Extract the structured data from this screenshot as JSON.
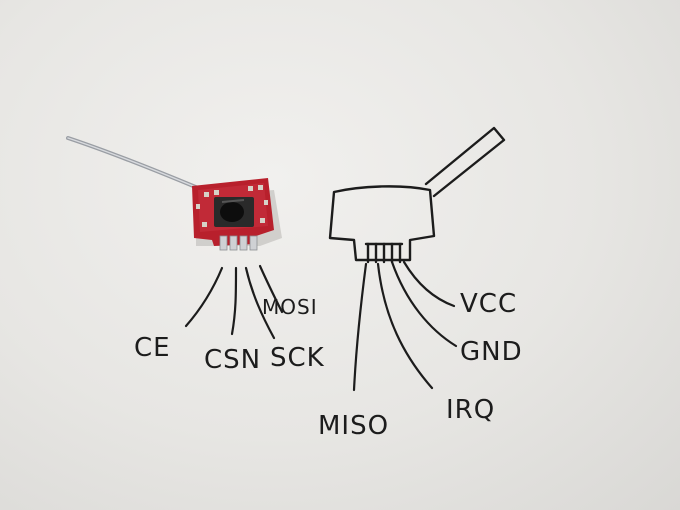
{
  "sketch": {
    "labels": {
      "ce": "CE",
      "csn": "CSN",
      "sck": "SCK",
      "mosi": "MOSI",
      "vcc": "VCC",
      "gnd": "GND",
      "irq": "IRQ",
      "miso": "MISO"
    }
  },
  "colors": {
    "paper": "#e9e8e6",
    "ink": "#1c1c1c",
    "pcb": "#b8202c",
    "antenna": "#9a9ea4"
  }
}
